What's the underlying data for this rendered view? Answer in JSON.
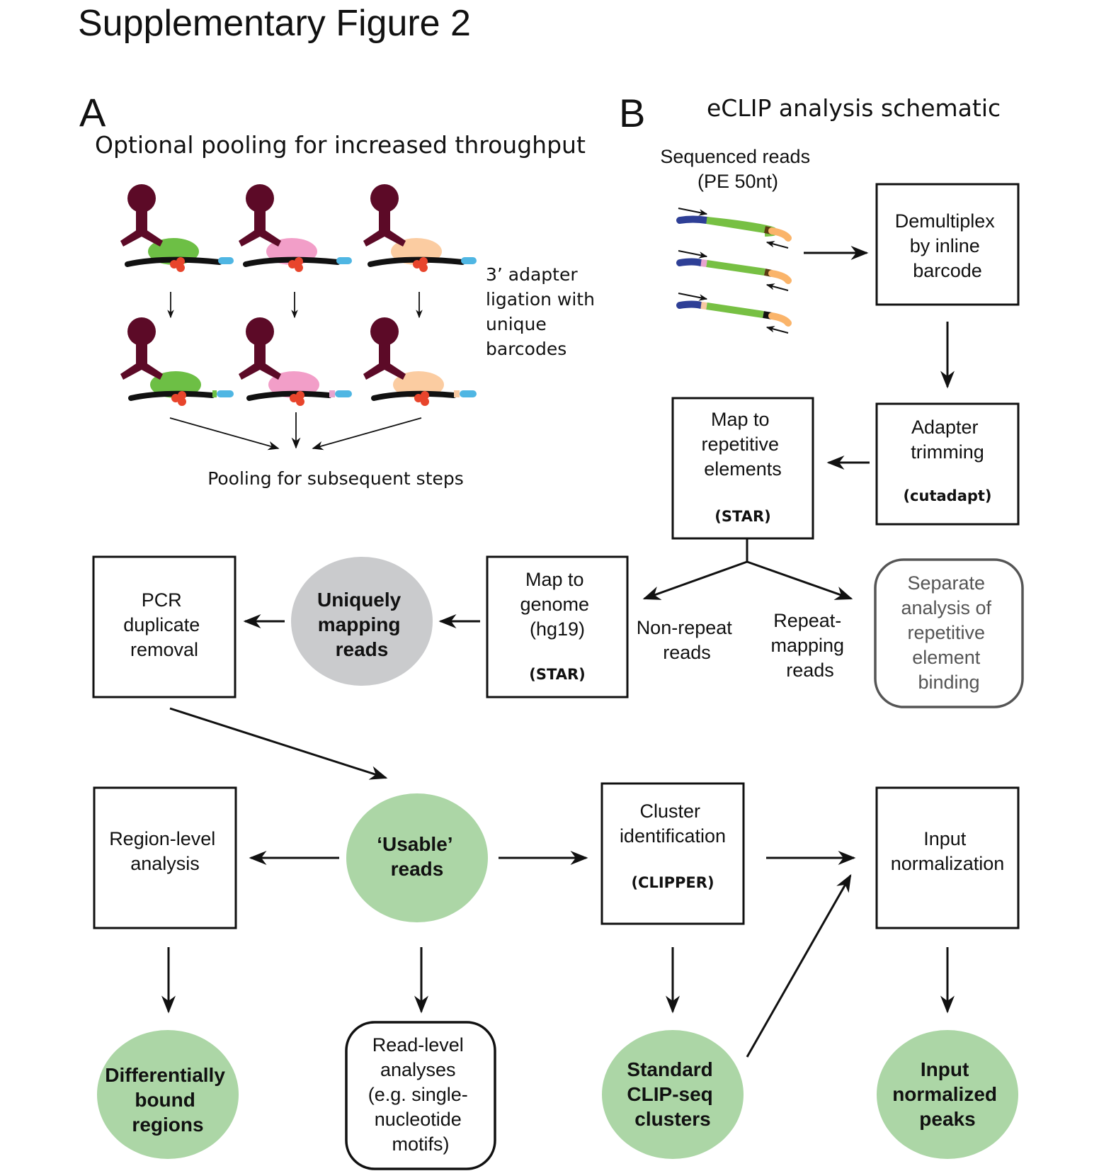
{
  "figure": {
    "title": "Supplementary Figure 2"
  },
  "panel_a": {
    "letter": "A",
    "title": "Optional pooling for increased throughput",
    "adapter_label": [
      "3’ adapter",
      "ligation with",
      "unique",
      "barcodes"
    ],
    "pooling_label": "Pooling for subsequent steps",
    "colors": {
      "antibody": "#5c0a27",
      "protein_green": "#6dbf45",
      "protein_pink": "#f29ec8",
      "protein_peach": "#fbcca1",
      "crosslink": "#e8452c",
      "adapter": "#4fb6e3",
      "barcode_pink": "#e7a4cf",
      "barcode_peach": "#f7c9a2",
      "rna": "#111111"
    }
  },
  "panel_b": {
    "letter": "B",
    "title": "eCLIP analysis schematic",
    "reads_label": [
      "Sequenced reads",
      "(PE 50nt)"
    ],
    "colors": {
      "read_body": "#77c043",
      "read_5prime": "#2e3f96",
      "read_3prime": "#fab46a",
      "barcode": "#5a3b12"
    },
    "nodes": {
      "demultiplex": [
        "Demultiplex",
        "by inline",
        "barcode"
      ],
      "adapter_trimming": [
        "Adapter",
        "trimming"
      ],
      "adapter_trimming_tool": "(cutadapt)",
      "map_repetitive": [
        "Map to",
        "repetitive",
        "elements"
      ],
      "map_repetitive_tool": "(STAR)",
      "non_repeat_reads": [
        "Non-repeat",
        "reads"
      ],
      "repeat_mapping_reads": [
        "Repeat-",
        "mapping",
        "reads"
      ],
      "separate_analysis": [
        "Separate",
        "analysis of",
        "repetitive",
        "element",
        "binding"
      ],
      "map_genome": [
        "Map to",
        "genome",
        "(hg19)"
      ],
      "map_genome_tool": "(STAR)",
      "uniquely_mapping": [
        "Uniquely",
        "mapping",
        "reads"
      ],
      "pcr_duplicate": [
        "PCR",
        "duplicate",
        "removal"
      ],
      "usable_reads": [
        "‘Usable’",
        "reads"
      ],
      "region_level": [
        "Region-level",
        "analysis"
      ],
      "cluster_identification": [
        "Cluster",
        "identification"
      ],
      "cluster_tool": "(CLIPPER)",
      "input_normalization": [
        "Input",
        "normalization"
      ],
      "differentially_bound": [
        "Differentially",
        "bound",
        "regions"
      ],
      "read_level": [
        "Read-level",
        "analyses",
        "(e.g. single-",
        "nucleotide",
        "motifs)"
      ],
      "standard_clusters": [
        "Standard",
        "CLIP-seq",
        "clusters"
      ],
      "input_normalized_peaks": [
        "Input",
        "normalized",
        "peaks"
      ]
    },
    "colors_nodes": {
      "green_circle": "#acd6a6",
      "grey_circle": "#cacbcd",
      "grey_text": "#555555"
    }
  }
}
